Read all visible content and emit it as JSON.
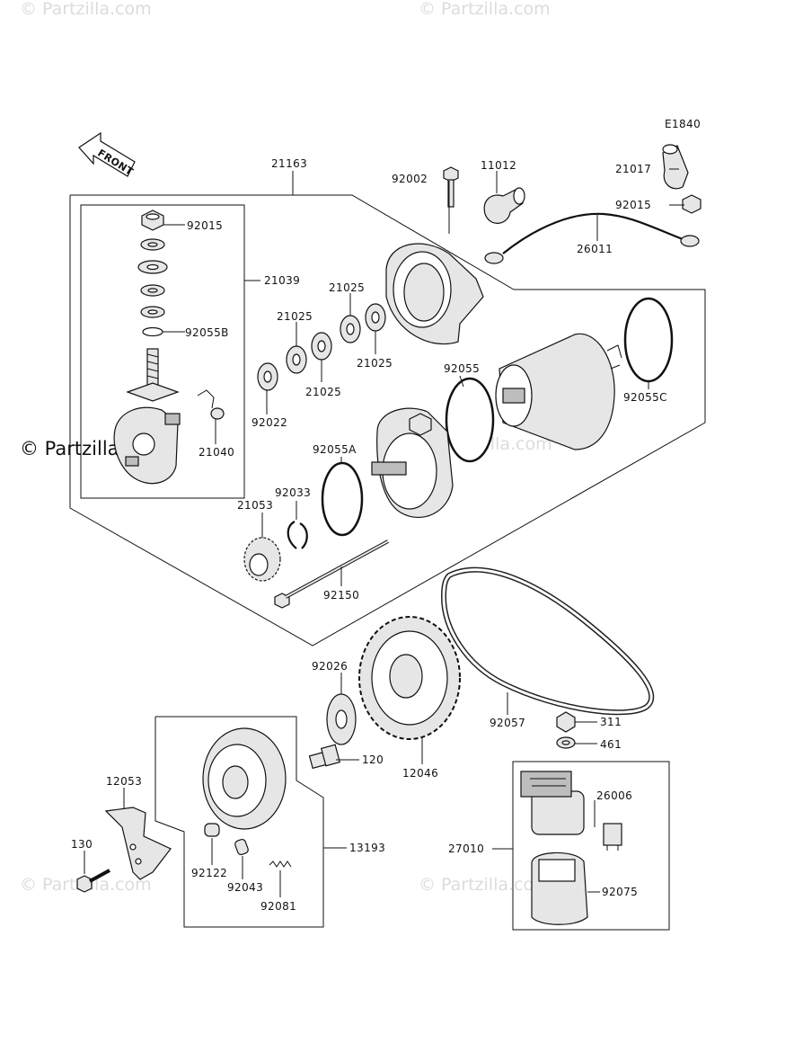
{
  "watermarks": {
    "text": "© Partzilla.com",
    "side_text": "© Partzilla.com"
  },
  "figure_code": "E1840",
  "front_label": "FRONT",
  "parts": {
    "p21163": "21163",
    "p92002": "92002",
    "p11012": "11012",
    "p21017": "21017",
    "p92015_top": "92015",
    "p26011": "26011",
    "p92015_left": "92015",
    "p21039": "21039",
    "p92055B": "92055B",
    "p21040": "21040",
    "p21025_a": "21025",
    "p21025_b": "21025",
    "p21025_c": "21025",
    "p21025_d": "21025",
    "p92022": "92022",
    "p92055": "92055",
    "p92055C": "92055C",
    "p92055A": "92055A",
    "p92033": "92033",
    "p21053": "21053",
    "p92150": "92150",
    "p92026": "92026",
    "p92057": "92057",
    "p311": "311",
    "p461": "461",
    "p120": "120",
    "p12046": "12046",
    "p26006": "26006",
    "p27010": "27010",
    "p92075": "92075",
    "p12053": "12053",
    "p130": "130",
    "p13193": "13193",
    "p92122": "92122",
    "p92043": "92043",
    "p92081": "92081"
  }
}
